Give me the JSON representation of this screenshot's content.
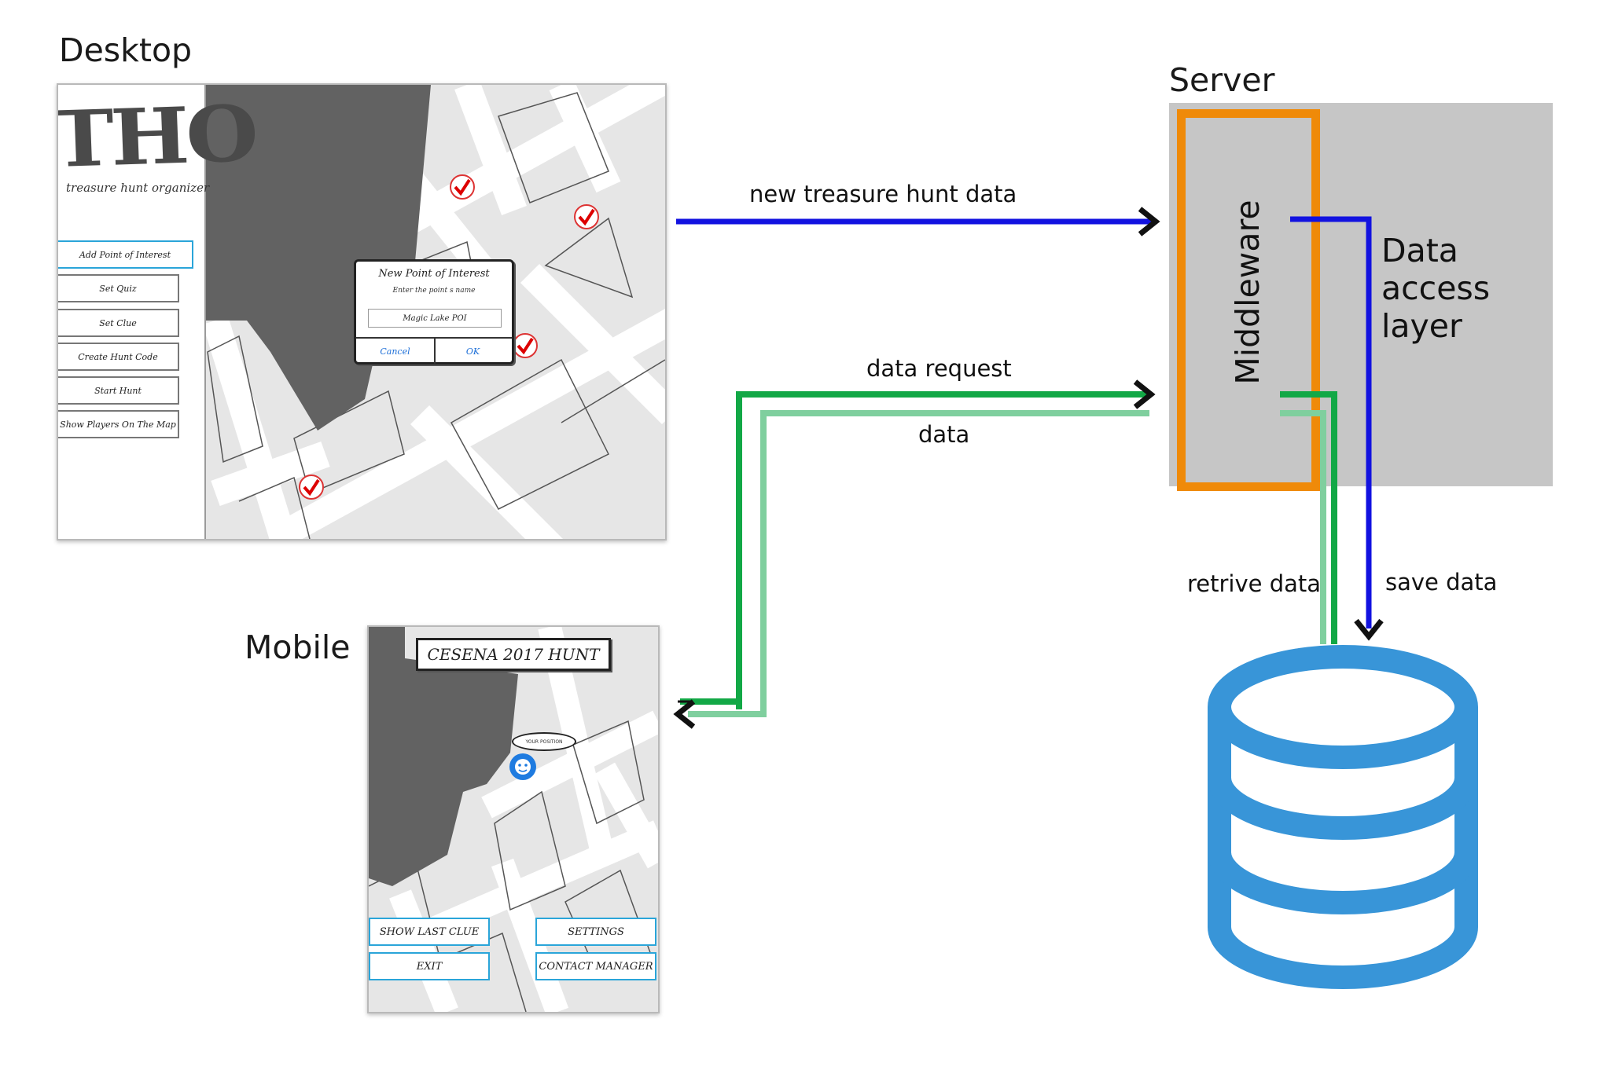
{
  "labels": {
    "desktop": "Desktop",
    "mobile": "Mobile",
    "server": "Server",
    "middleware": "Middleware",
    "data_access_line1": "Data",
    "data_access_line2": "access",
    "data_access_line3": "layer"
  },
  "flows": {
    "new_data": "new treasure hunt data",
    "data_request": "data request",
    "data": "data",
    "retrieve": "retrive data",
    "save": "save data"
  },
  "desktop_app": {
    "logo": "THO",
    "tagline": "treasure hunt organizer",
    "buttons": [
      "Add Point of Interest",
      "Set Quiz",
      "Set Clue",
      "Create Hunt Code",
      "Start Hunt",
      "Show Players On The Map"
    ],
    "modal": {
      "title": "New Point of Interest",
      "subtitle": "Enter the point s name",
      "input_value": "Magic Lake POI",
      "cancel": "Cancel",
      "ok": "OK"
    }
  },
  "mobile_app": {
    "title": "CESENA 2017 HUNT",
    "position_bubble": "YOUR POSITION",
    "buttons": [
      "SHOW LAST CLUE",
      "SETTINGS",
      "EXIT",
      "CONTACT MANAGER"
    ]
  },
  "colors": {
    "blue_arrow": "#1212e0",
    "green_request": "#12a846",
    "green_data": "#7fcf9e",
    "middleware": "#ef8a09",
    "server_bg": "#c6c6c6",
    "database": "#3895d8"
  }
}
